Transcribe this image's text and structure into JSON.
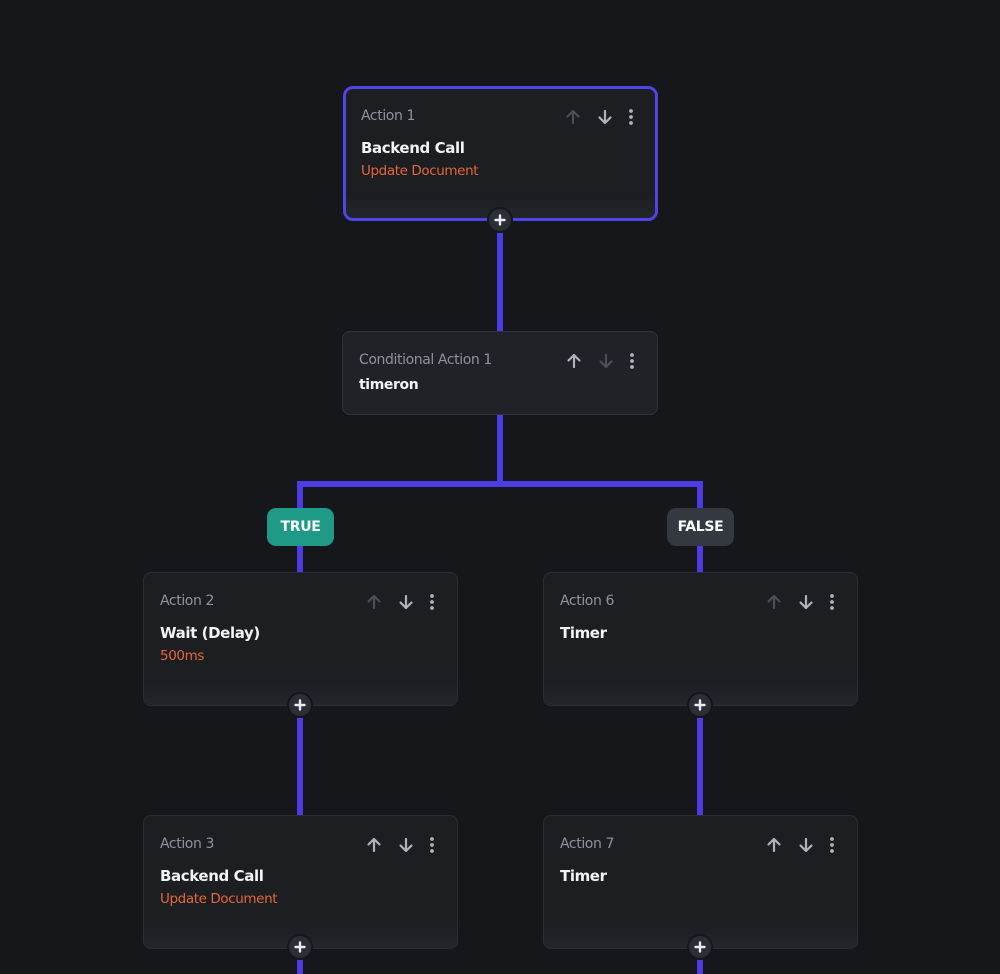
{
  "theme": {
    "background": "#15171b",
    "connector": "#4b3ce4",
    "selected_border": "#4f44e6",
    "subtitle": "#e3673a",
    "true_badge": "#1f9a86",
    "false_badge": "#343841"
  },
  "flow": {
    "action1": {
      "label": "Action 1",
      "title": "Backend Call",
      "subtitle": "Update Document",
      "selected": true,
      "up_enabled": false,
      "down_enabled": true
    },
    "conditional": {
      "label": "Conditional Action 1",
      "title": "timeron",
      "up_enabled": true,
      "down_enabled": false
    },
    "branches": {
      "true_label": "TRUE",
      "false_label": "FALSE"
    },
    "action2": {
      "label": "Action 2",
      "title": "Wait (Delay)",
      "subtitle": "500ms",
      "up_enabled": false,
      "down_enabled": true
    },
    "action6": {
      "label": "Action 6",
      "title": "Timer",
      "up_enabled": false,
      "down_enabled": true
    },
    "action3": {
      "label": "Action 3",
      "title": "Backend Call",
      "subtitle": "Update Document",
      "up_enabled": true,
      "down_enabled": true
    },
    "action7": {
      "label": "Action 7",
      "title": "Timer",
      "up_enabled": true,
      "down_enabled": true
    }
  },
  "icons": {
    "move_up": "arrow-up-icon",
    "move_down": "arrow-down-icon",
    "menu": "more-vertical-icon",
    "add": "plus-icon"
  }
}
